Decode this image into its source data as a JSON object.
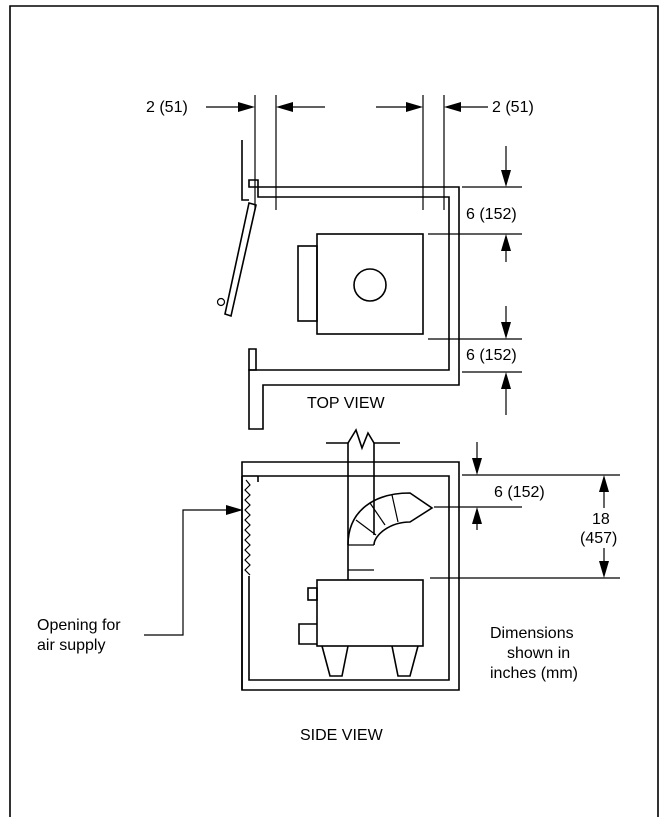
{
  "top_view": {
    "label": "TOP VIEW",
    "dim_left": "2 (51)",
    "dim_right": "2 (51)",
    "dim_upper": "6 (152)",
    "dim_lower": "6 (152)"
  },
  "side_view": {
    "label": "SIDE VIEW",
    "dim_vent": "6 (152)",
    "dim_total_1": "18",
    "dim_total_2": "(457)",
    "opening_label_1": "Opening for",
    "opening_label_2": "air supply"
  },
  "note": {
    "line1": "Dimensions",
    "line2": "shown in",
    "line3": "inches (mm)"
  }
}
